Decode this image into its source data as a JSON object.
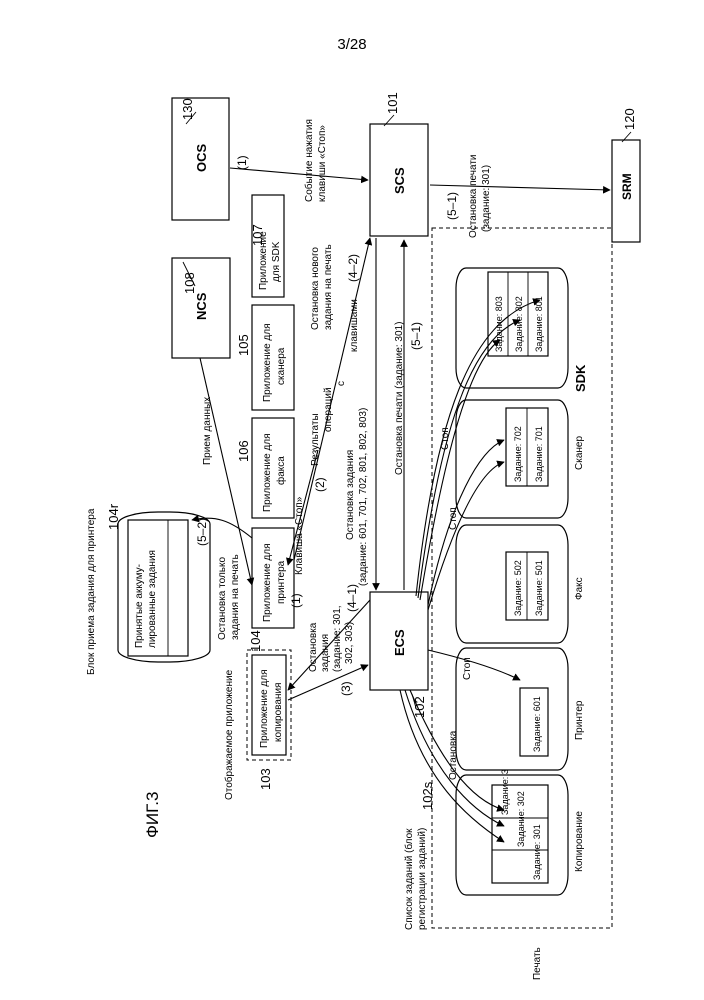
{
  "page": "3/28",
  "figure_label": "ФИГ.3",
  "blocks": {
    "ocs": {
      "name": "OCS",
      "ref": "130"
    },
    "scs": {
      "name": "SCS",
      "ref": "101"
    },
    "srm": {
      "name": "SRM",
      "ref": "120"
    },
    "ncs": {
      "name": "NCS",
      "ref": "108"
    },
    "ecs": {
      "name": "ECS",
      "ref": "102"
    },
    "app_sdk": {
      "line1": "Приложение",
      "line2": "для SDK",
      "ref": "107"
    },
    "app_scanner": {
      "line1": "Приложение для",
      "line2": "сканера",
      "ref": "105"
    },
    "app_fax": {
      "line1": "Приложение для",
      "line2": "факса",
      "ref": "106"
    },
    "app_printer": {
      "line1": "Приложение для",
      "line2": "принтера",
      "ref": "104"
    },
    "app_copy": {
      "line1": "Приложение для",
      "line2": "копирования",
      "ref": "103"
    }
  },
  "labels": {
    "stop_key_event_1": "Событие нажатия",
    "stop_key_event_2": "клавиши «Стоп»",
    "step_1_top": "(1)",
    "step_5_1_top": "(5–1)",
    "stop_print_top_1": "Остановка печати",
    "stop_print_top_2": "(задание: 301)",
    "stop_new_job_1": "Остановка нового",
    "stop_new_job_2": "задания на печать",
    "step_4_2": "(4–2)",
    "results_1": "Результаты",
    "results_2": "операций",
    "results_3": "с",
    "results_4": "клавишами",
    "receive_data": "Прием данных",
    "step_2": "(2)",
    "stop_key": "Клавиша «Стоп»",
    "step_1_left": "(1)",
    "stop_jobs_1": "Остановка задания",
    "stop_jobs_2": "(задание: 601, 701, 702, 801, 802, 803)",
    "step_4_1": "(4–1)",
    "stop_print_mid": "Остановка печати (задание: 301)",
    "step_5_1_mid": "(5–1)",
    "stop_only_1": "Остановка только",
    "stop_only_2": "задания на печать",
    "step_5_2": "(5–2)",
    "stop_job_303_1": "Остановка",
    "stop_job_303_2": "задания",
    "stop_job_303_3": "(задание: 301,",
    "stop_job_303_4": "302, 303)",
    "step_3": "(3)",
    "displayed_app": "Отображаемое приложение",
    "printer_job_receiver": "Блок приема задания для принтера",
    "ref_104r": "104r",
    "accumulated_1": "Принятые аккуму-",
    "accumulated_2": "лированные задания",
    "job_list_1": "Список заданий (блок",
    "job_list_2": "регистрации заданий)",
    "ref_102s": "102s",
    "stop_arrow": "Остановка",
    "print_label": "Печать",
    "sdk": "SDK",
    "stop_word": "Стоп"
  },
  "job_stacks": [
    {
      "name": "Копирование",
      "jobs": [
        "Задание: 303",
        "Задание: 302",
        "Задание: 301"
      ]
    },
    {
      "name": "Принтер",
      "jobs": [
        "Задание: 601"
      ]
    },
    {
      "name": "Факс",
      "jobs": [
        "Задание: 502",
        "Задание: 501"
      ]
    },
    {
      "name": "Сканер",
      "jobs": [
        "Задание: 702",
        "Задание: 701"
      ]
    },
    {
      "name": "",
      "jobs": [
        "Задание: 803",
        "Задание: 802",
        "Задание: 801"
      ]
    }
  ]
}
